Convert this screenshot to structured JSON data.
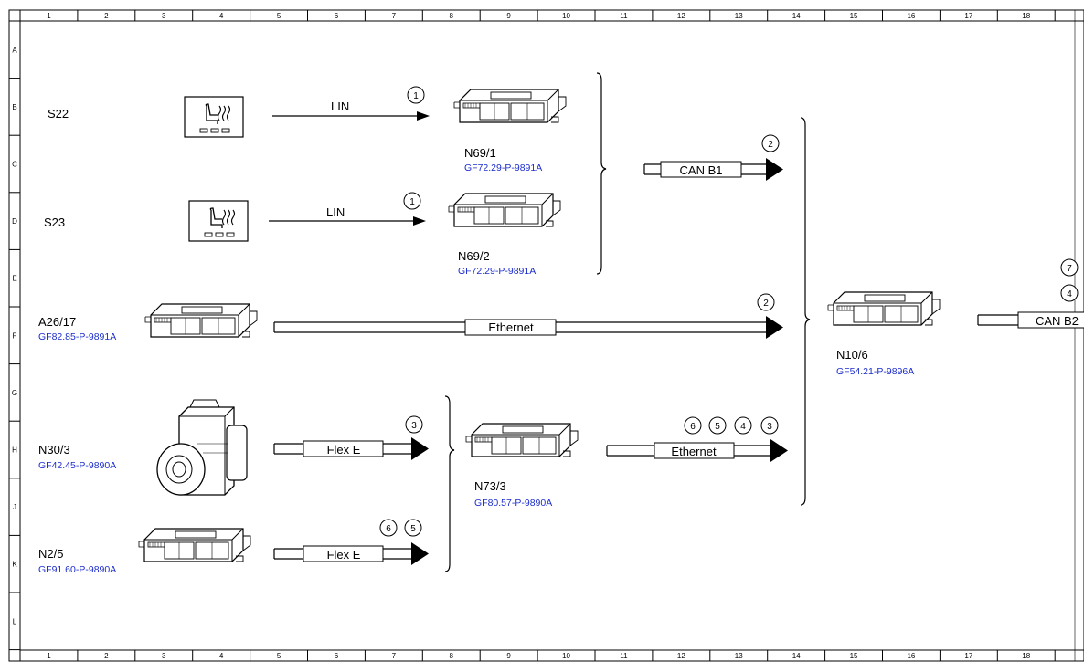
{
  "grid": {
    "columns": [
      "1",
      "2",
      "3",
      "4",
      "5",
      "6",
      "7",
      "8",
      "9",
      "10",
      "11",
      "12",
      "13",
      "14",
      "15",
      "16",
      "17",
      "18"
    ],
    "rows": [
      "A",
      "B",
      "C",
      "D",
      "E",
      "F",
      "G",
      "H",
      "J",
      "K",
      "L"
    ]
  },
  "devices": {
    "s22": {
      "label": "S22"
    },
    "s23": {
      "label": "S23"
    },
    "n69_1": {
      "label": "N69/1",
      "ref": "GF72.29-P-9891A"
    },
    "n69_2": {
      "label": "N69/2",
      "ref": "GF72.29-P-9891A"
    },
    "a26_17": {
      "label": "A26/17",
      "ref": "GF82.85-P-9891A"
    },
    "n30_3": {
      "label": "N30/3",
      "ref": "GF42.45-P-9890A"
    },
    "n2_5": {
      "label": "N2/5",
      "ref": "GF91.60-P-9890A"
    },
    "n73_3": {
      "label": "N73/3",
      "ref": "GF80.57-P-9890A"
    },
    "n10_6": {
      "label": "N10/6",
      "ref": "GF54.21-P-9896A"
    }
  },
  "links": {
    "lin1": {
      "label": "LIN",
      "num": "1"
    },
    "lin2": {
      "label": "LIN",
      "num": "1"
    },
    "can_b1": {
      "label": "CAN B1",
      "num": "2"
    },
    "eth_a26": {
      "label": "Ethernet",
      "num": "2"
    },
    "flex_n30": {
      "label": "Flex E",
      "num": "3"
    },
    "flex_n2": {
      "label": "Flex E",
      "nums": [
        "6",
        "5"
      ]
    },
    "eth_n73": {
      "label": "Ethernet",
      "nums": [
        "6",
        "5",
        "4",
        "3"
      ]
    },
    "can_b2": {
      "label": "CAN B2",
      "nums": [
        "7",
        "4"
      ]
    }
  },
  "icons": {
    "seat_switch": "seat-heater-switch-icon",
    "control_unit": "control-unit-icon",
    "pump_unit": "abs-pump-unit-icon"
  }
}
